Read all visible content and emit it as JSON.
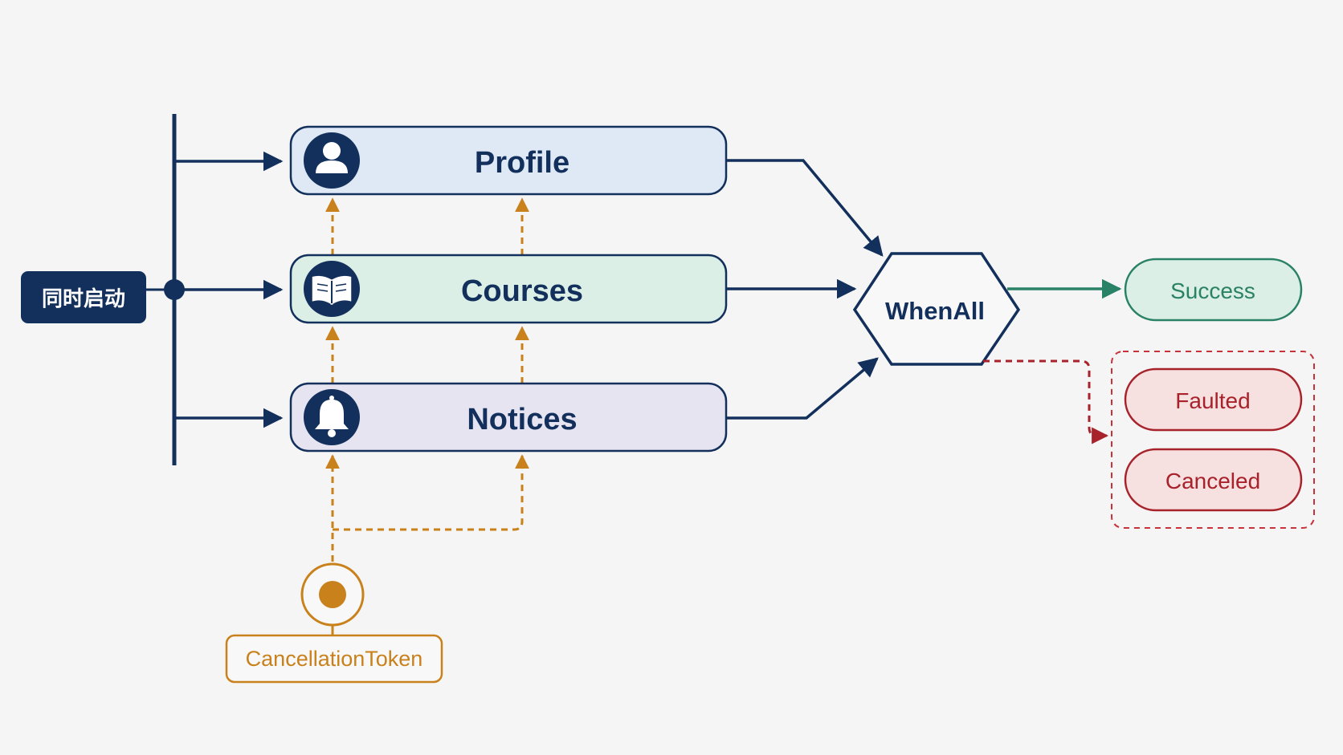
{
  "start": {
    "label": "同时启动"
  },
  "tasks": [
    {
      "label": "Profile",
      "icon": "user-icon"
    },
    {
      "label": "Courses",
      "icon": "book-icon"
    },
    {
      "label": "Notices",
      "icon": "bell-icon"
    }
  ],
  "join": {
    "label": "WhenAll"
  },
  "outcomes": {
    "success": "Success",
    "faulted": "Faulted",
    "canceled": "Canceled"
  },
  "token": {
    "label": "CancellationToken",
    "icon": "token-icon"
  },
  "colors": {
    "navy": "#13305c",
    "gold": "#c9811c",
    "green": "#2a8266",
    "red": "#a8222b",
    "profile_fill": "#dfe9f6",
    "courses_fill": "#dbefe7",
    "notices_fill": "#e7e4f2",
    "success_fill": "#dcefe6",
    "fail_fill": "#f7e0e0",
    "background": "#f5f5f5"
  }
}
